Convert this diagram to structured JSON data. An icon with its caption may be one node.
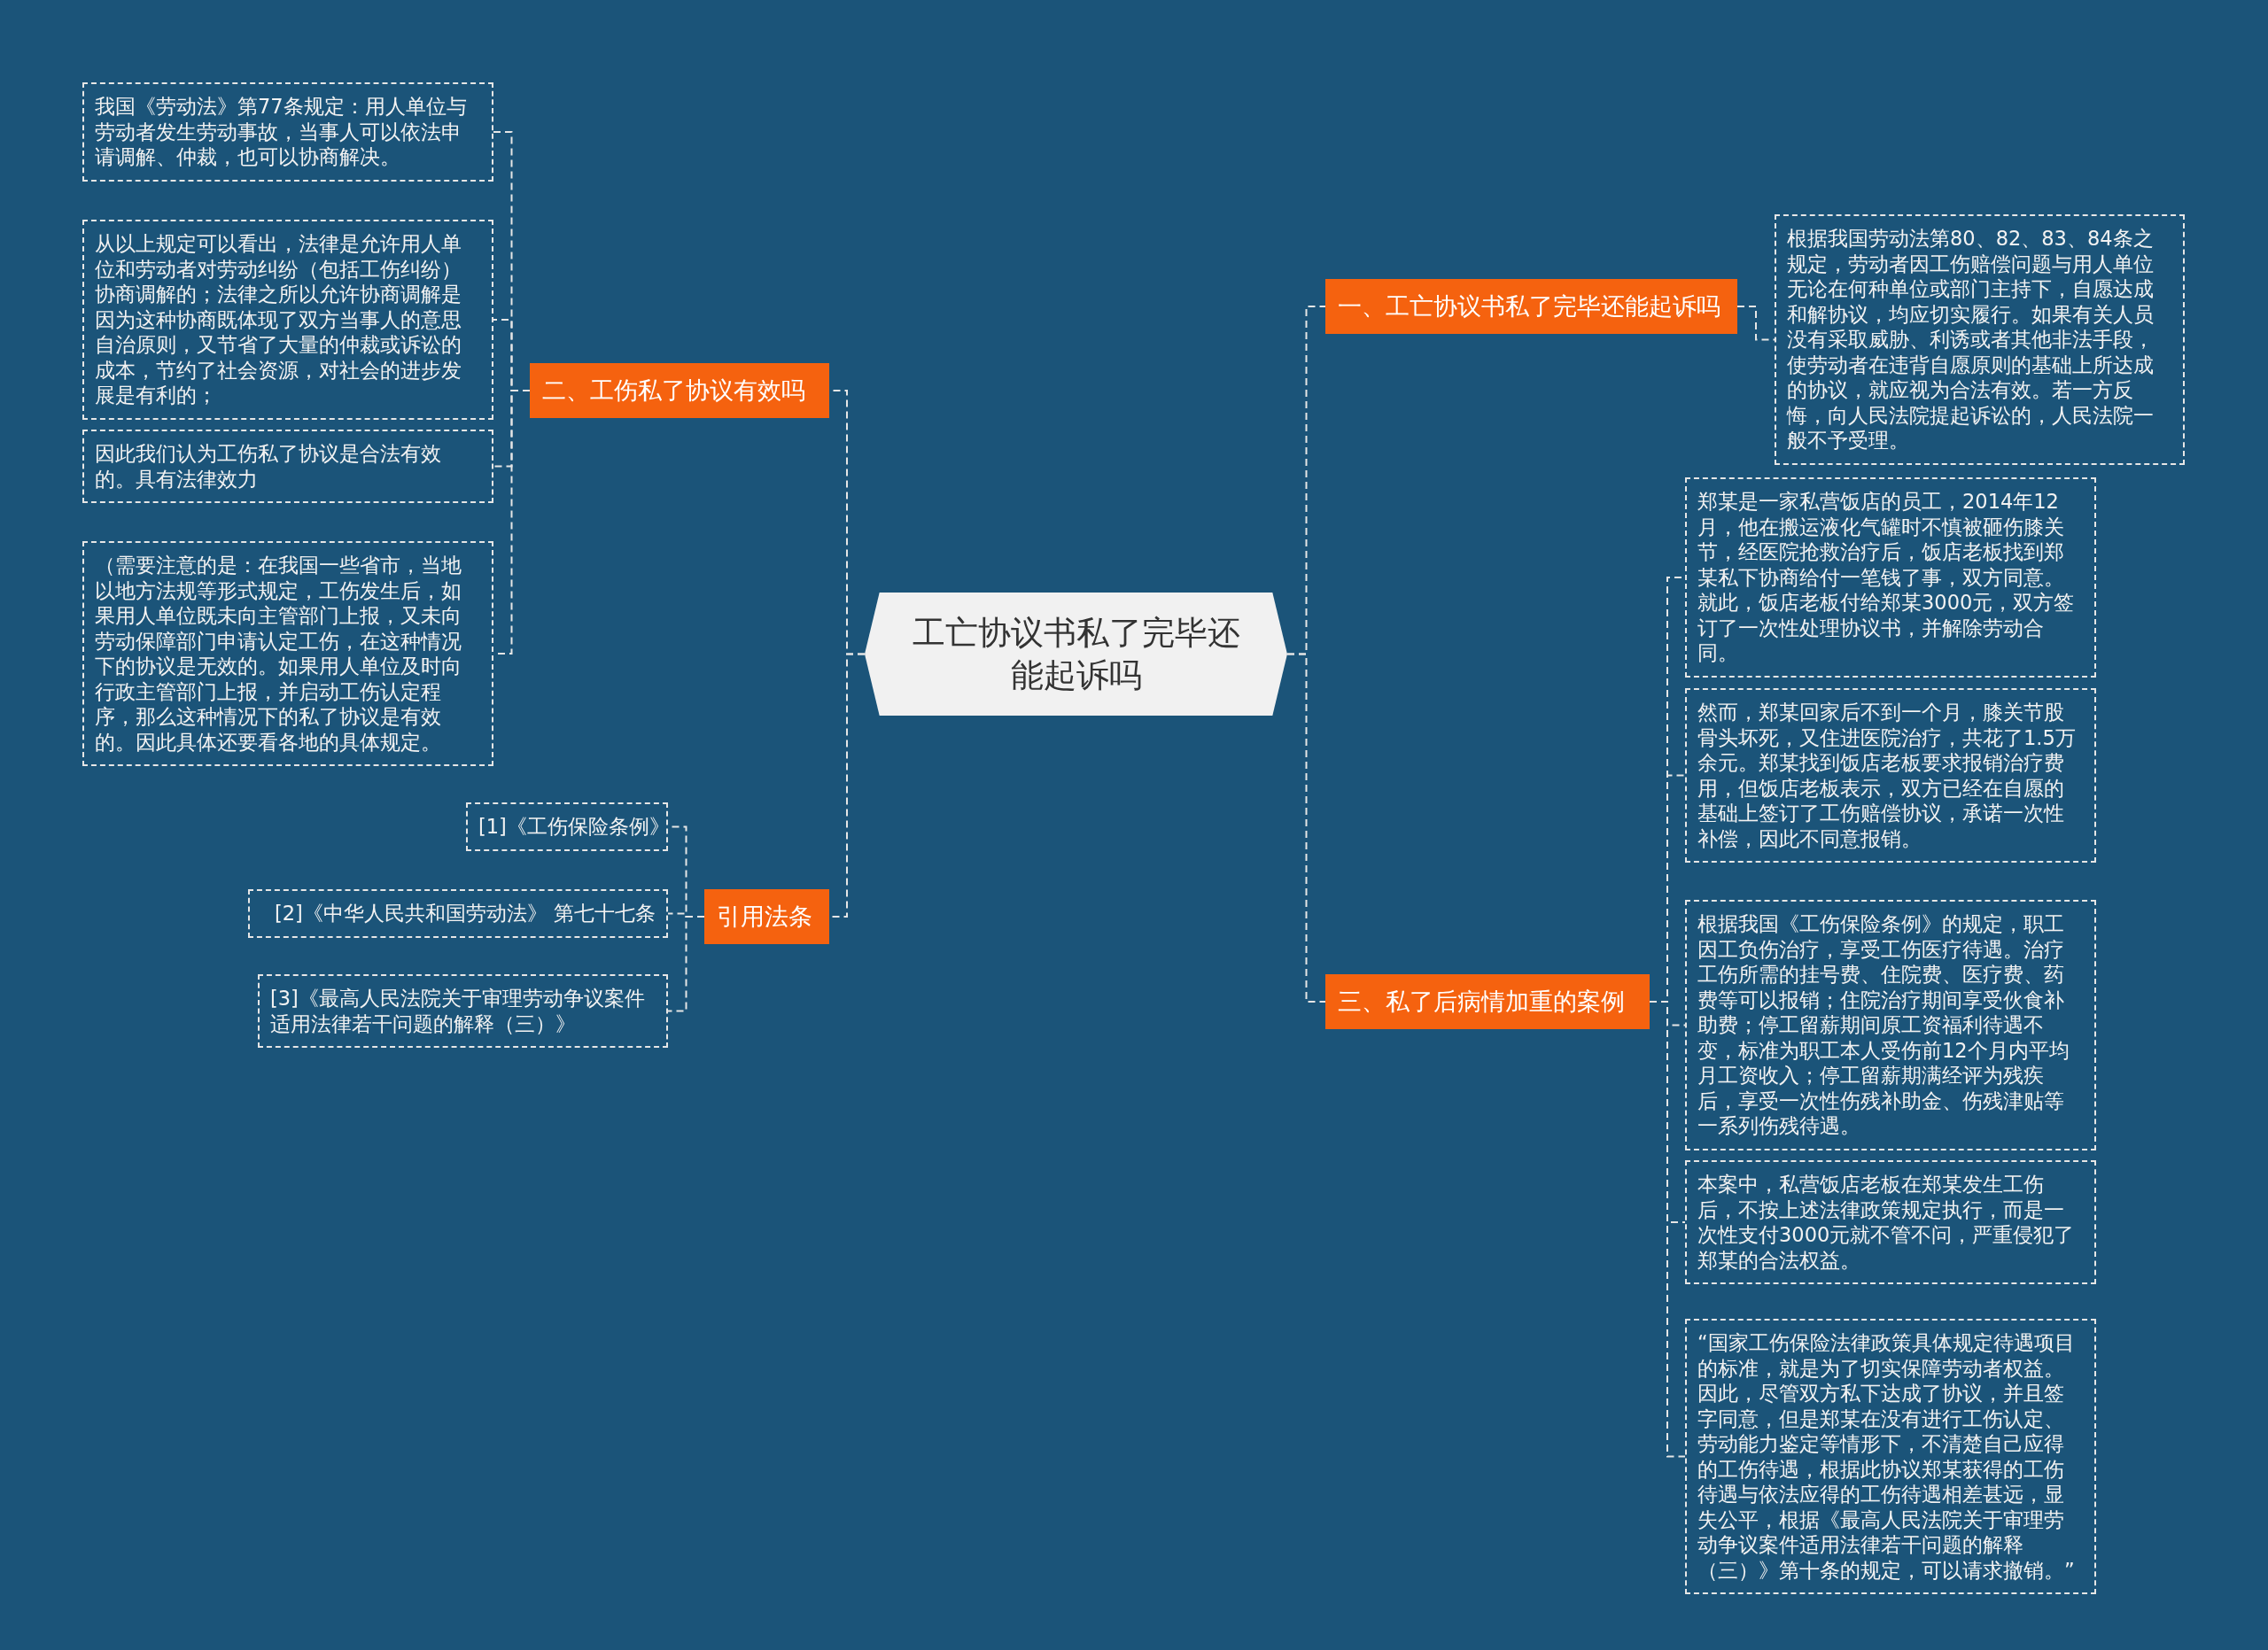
{
  "diagram": {
    "nodes": [
      {
        "text": [
          "工亡协议书私了完毕还能起诉吗"
        ]
      },
      {
        "text": [
          "二、工伤私了协议有效吗"
        ]
      },
      {
        "text": [
          "我国《劳动法》第77条规定：用人单位与劳动者发生劳动事故，当事人可以依法申请调解、仲裁，也可以协商解决。"
        ]
      },
      {
        "text": [
          "从以上规定可以看出，法律是允许用人单位和劳动者对劳动纠纷（包括工伤纠纷）协商调解的；法律之所以允许协商调解是因为这种协商既体现了双方当事人的意思自治原则，又节省了大量的仲裁或诉讼的成本，节约了社会资源，对社会的进步发展是有利的；"
        ]
      },
      {
        "text": [
          "因此我们认为工伤私了协议是合法有效的。具有法律效力"
        ]
      },
      {
        "text": [
          "（需要注意的是：在我国一些省市，当地以地方法规等形式规定，工伤发生后，如果用人单位既未向主管部门上报，又未向劳动保障部门申请认定工伤，在这种情况下的协议是无效的。如果用人单位及时向行政主管部门上报，并启动工伤认定程序，那么这种情况下的私了协议是有效的。因此具体还要看各地的具体规定。"
        ]
      },
      {
        "text": [
          "引用法条"
        ]
      },
      {
        "text": [
          "[1]《工伤保险条例》"
        ]
      },
      {
        "text": [
          "[2]《中华人民共和国劳动法》 第七十七条"
        ]
      },
      {
        "text": [
          "[3]《最高人民法院关于审理劳动争议案件适用法律若干问题的解释（三）》"
        ]
      },
      {
        "text": [
          "一、工亡协议书私了完毕还能起诉吗"
        ]
      },
      {
        "text": [
          "根据我国劳动法第80、82、83、84条之规定，劳动者因工伤赔偿问题与用人单位无论在何种单位或部门主持下，自愿达成和解协议，均应切实履行。如果有关人员没有采取威胁、利诱或者其他非法手段，使劳动者在违背自愿原则的基础上所达成的协议，就应视为合法有效。若一方反悔，向人民法院提起诉讼的，人民法院一般不予受理。"
        ]
      },
      {
        "text": [
          "三、私了后病情加重的案例"
        ]
      },
      {
        "text": [
          "郑某是一家私营饭店的员工，2014年12月，他在搬运液化气罐时不慎被砸伤膝关节，经医院抢救治疗后，饭店老板找到郑某私下协商给付一笔钱了事，双方同意。就此，饭店老板付给郑某3000元，双方签订了一次性处理协议书，并解除劳动合同。"
        ]
      },
      {
        "text": [
          "然而，郑某回家后不到一个月，膝关节股骨头坏死，又住进医院治疗，共花了1.5万余元。郑某找到饭店老板要求报销治疗费用，但饭店老板表示，双方已经在自愿的基础上签订了工伤赔偿协议，承诺一次性补偿，因此不同意报销。"
        ]
      },
      {
        "text": [
          "根据我国《工伤保险条例》的规定，职工因工负伤治疗，享受工伤医疗待遇。治疗工伤所需的挂号费、住院费、医疗费、药费等可以报销；住院治疗期间享受伙食补助费；停工留薪期间原工资福利待遇不变，标准为职工本人受伤前12个月内平均月工资收入；停工留薪期满经评为残疾后，享受一次性伤残补助金、伤残津贴等一系列伤残待遇。"
        ]
      },
      {
        "text": [
          "本案中，私营饭店老板在郑某发生工伤后，不按上述法律政策规定执行，而是一次性支付3000元就不管不问，严重侵犯了郑某的合法权益。"
        ]
      },
      {
        "text": [
          "“国家工伤保险法律政策具体规定待遇项目的标准，就是为了切实保障劳动者权益。因此，尽管双方私下达成了协议，并且签字同意，但是郑某在没有进行工伤认定、劳动能力鉴定等情形下，不清楚自己应得的工伤待遇，根据此协议郑某获得的工伤待遇与依法应得的工伤待遇相差甚远，显失公平，根据《最高人民法院关于审理劳动争议案件适用法律若干问题的解释（三）》第十条的规定，可以请求撤销。”"
        ]
      }
    ],
    "edges": [
      {
        "from": 0,
        "to": 1,
        "arrow": "none"
      },
      {
        "from": 1,
        "to": 2,
        "arrow": "none"
      },
      {
        "from": 1,
        "to": 3,
        "arrow": "none"
      },
      {
        "from": 1,
        "to": 4,
        "arrow": "none"
      },
      {
        "from": 1,
        "to": 5,
        "arrow": "none"
      },
      {
        "from": 0,
        "to": 6,
        "arrow": "none"
      },
      {
        "from": 6,
        "to": 7,
        "arrow": "none"
      },
      {
        "from": 6,
        "to": 8,
        "arrow": "none"
      },
      {
        "from": 6,
        "to": 9,
        "arrow": "none"
      },
      {
        "from": 0,
        "to": 10,
        "arrow": "none"
      },
      {
        "from": 10,
        "to": 11,
        "arrow": "none"
      },
      {
        "from": 0,
        "to": 12,
        "arrow": "none"
      },
      {
        "from": 12,
        "to": 13,
        "arrow": "none"
      },
      {
        "from": 12,
        "to": 14,
        "arrow": "none"
      },
      {
        "from": 12,
        "to": 15,
        "arrow": "none"
      },
      {
        "from": 12,
        "to": 16,
        "arrow": "none"
      },
      {
        "from": 12,
        "to": 17,
        "arrow": "none"
      }
    ]
  }
}
